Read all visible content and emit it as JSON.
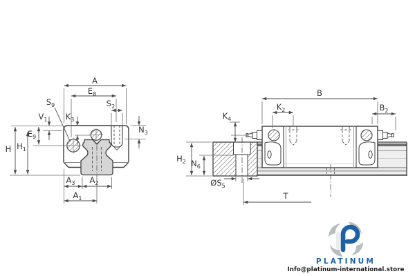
{
  "drawing": {
    "type": "technical-dimension-diagram",
    "subject": "linear guide runner block and guide rail",
    "line_color": "#3f3f3f",
    "dim_color": "#4a4a4a",
    "rail_fill": "#d6d6d6",
    "views": {
      "front_view_labels": [
        "A",
        "E8",
        "S9",
        "V1",
        "K3",
        "S2",
        "N3",
        "E9",
        "H",
        "H1",
        "A3",
        "A2",
        "A1"
      ],
      "side_view_labels": [
        "B",
        "K2",
        "B2",
        "K4",
        "H2",
        "N6",
        "S5",
        "T"
      ]
    },
    "labels": {
      "A": {
        "base": "A",
        "sub": ""
      },
      "E8": {
        "base": "E",
        "sub": "8"
      },
      "S9": {
        "base": "S",
        "sub": "9"
      },
      "V1": {
        "base": "V",
        "sub": "1"
      },
      "K3": {
        "base": "K",
        "sub": "3"
      },
      "S2": {
        "base": "S",
        "sub": "2"
      },
      "N3": {
        "base": "N",
        "sub": "3"
      },
      "E9": {
        "base": "E",
        "sub": "9"
      },
      "H": {
        "base": "H",
        "sub": ""
      },
      "H1": {
        "base": "H",
        "sub": "1"
      },
      "A3": {
        "base": "A",
        "sub": "3"
      },
      "A2": {
        "base": "A",
        "sub": "2"
      },
      "A1": {
        "base": "A",
        "sub": "1"
      },
      "B": {
        "base": "B",
        "sub": ""
      },
      "K2": {
        "base": "K",
        "sub": "2"
      },
      "B2": {
        "base": "B",
        "sub": "2"
      },
      "K4": {
        "base": "K",
        "sub": "4"
      },
      "H2": {
        "base": "H",
        "sub": "2"
      },
      "N6": {
        "base": "N",
        "sub": "6"
      },
      "S5": {
        "base": "ØS",
        "sub": "5"
      },
      "T": {
        "base": "T",
        "sub": ""
      }
    }
  },
  "watermark": {
    "brand": "PLATINUM",
    "email": "Info@platinum-international.store",
    "brand_color": "#1d62a5",
    "icon": "platinum-pinwheel-p-logo"
  }
}
